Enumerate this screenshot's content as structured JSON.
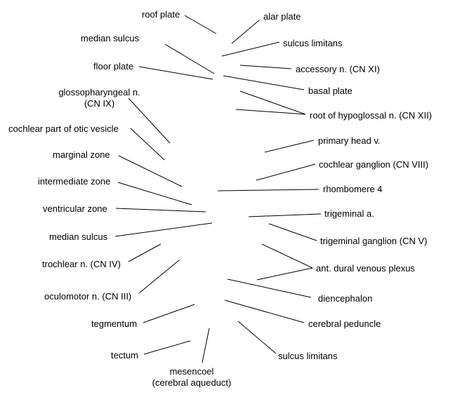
{
  "colors": {
    "text": "#000000",
    "line": "#000000",
    "background": "#ffffff"
  },
  "labels": {
    "roof_plate": "roof plate",
    "alar_plate": "alar plate",
    "median_sulcus_top": "median sulcus",
    "sulcus_limitans_top": "sulcus limitans",
    "floor_plate": "floor plate",
    "accessory_n": "accessory n. (CN XI)",
    "glossopharyngeal_line1": "glossopharyngeal n.",
    "glossopharyngeal_line2": "(CN IX)",
    "basal_plate": "basal plate",
    "root_hypoglossal": "root of hypoglossal n. (CN XII)",
    "cochlear_otic": "cochlear part of otic vesicle",
    "primary_head_v": "primary head v.",
    "marginal_zone": "marginal zone",
    "cochlear_ganglion": "cochlear ganglion (CN VIII)",
    "intermediate_zone": "intermediate zone",
    "rhombomere_4": "rhombomere 4",
    "ventricular_zone": "ventricular zone",
    "trigeminal_a": "trigeminal a.",
    "median_sulcus_mid": "median sulcus",
    "trigeminal_ganglion": "trigeminal ganglion (CN V)",
    "trochlear_n": "trochlear n. (CN IV)",
    "ant_dural": "ant. dural venous plexus",
    "oculomotor_n": "oculomotor n. (CN III)",
    "diencephalon": "diencephalon",
    "tegmentum": "tegmentum",
    "cerebral_peduncle": "cerebral peduncle",
    "tectum": "tectum",
    "sulcus_limitans_bottom": "sulcus limitans",
    "mesencoel_line1": "mesencoel",
    "mesencoel_line2": "(cerebral aqueduct)"
  }
}
